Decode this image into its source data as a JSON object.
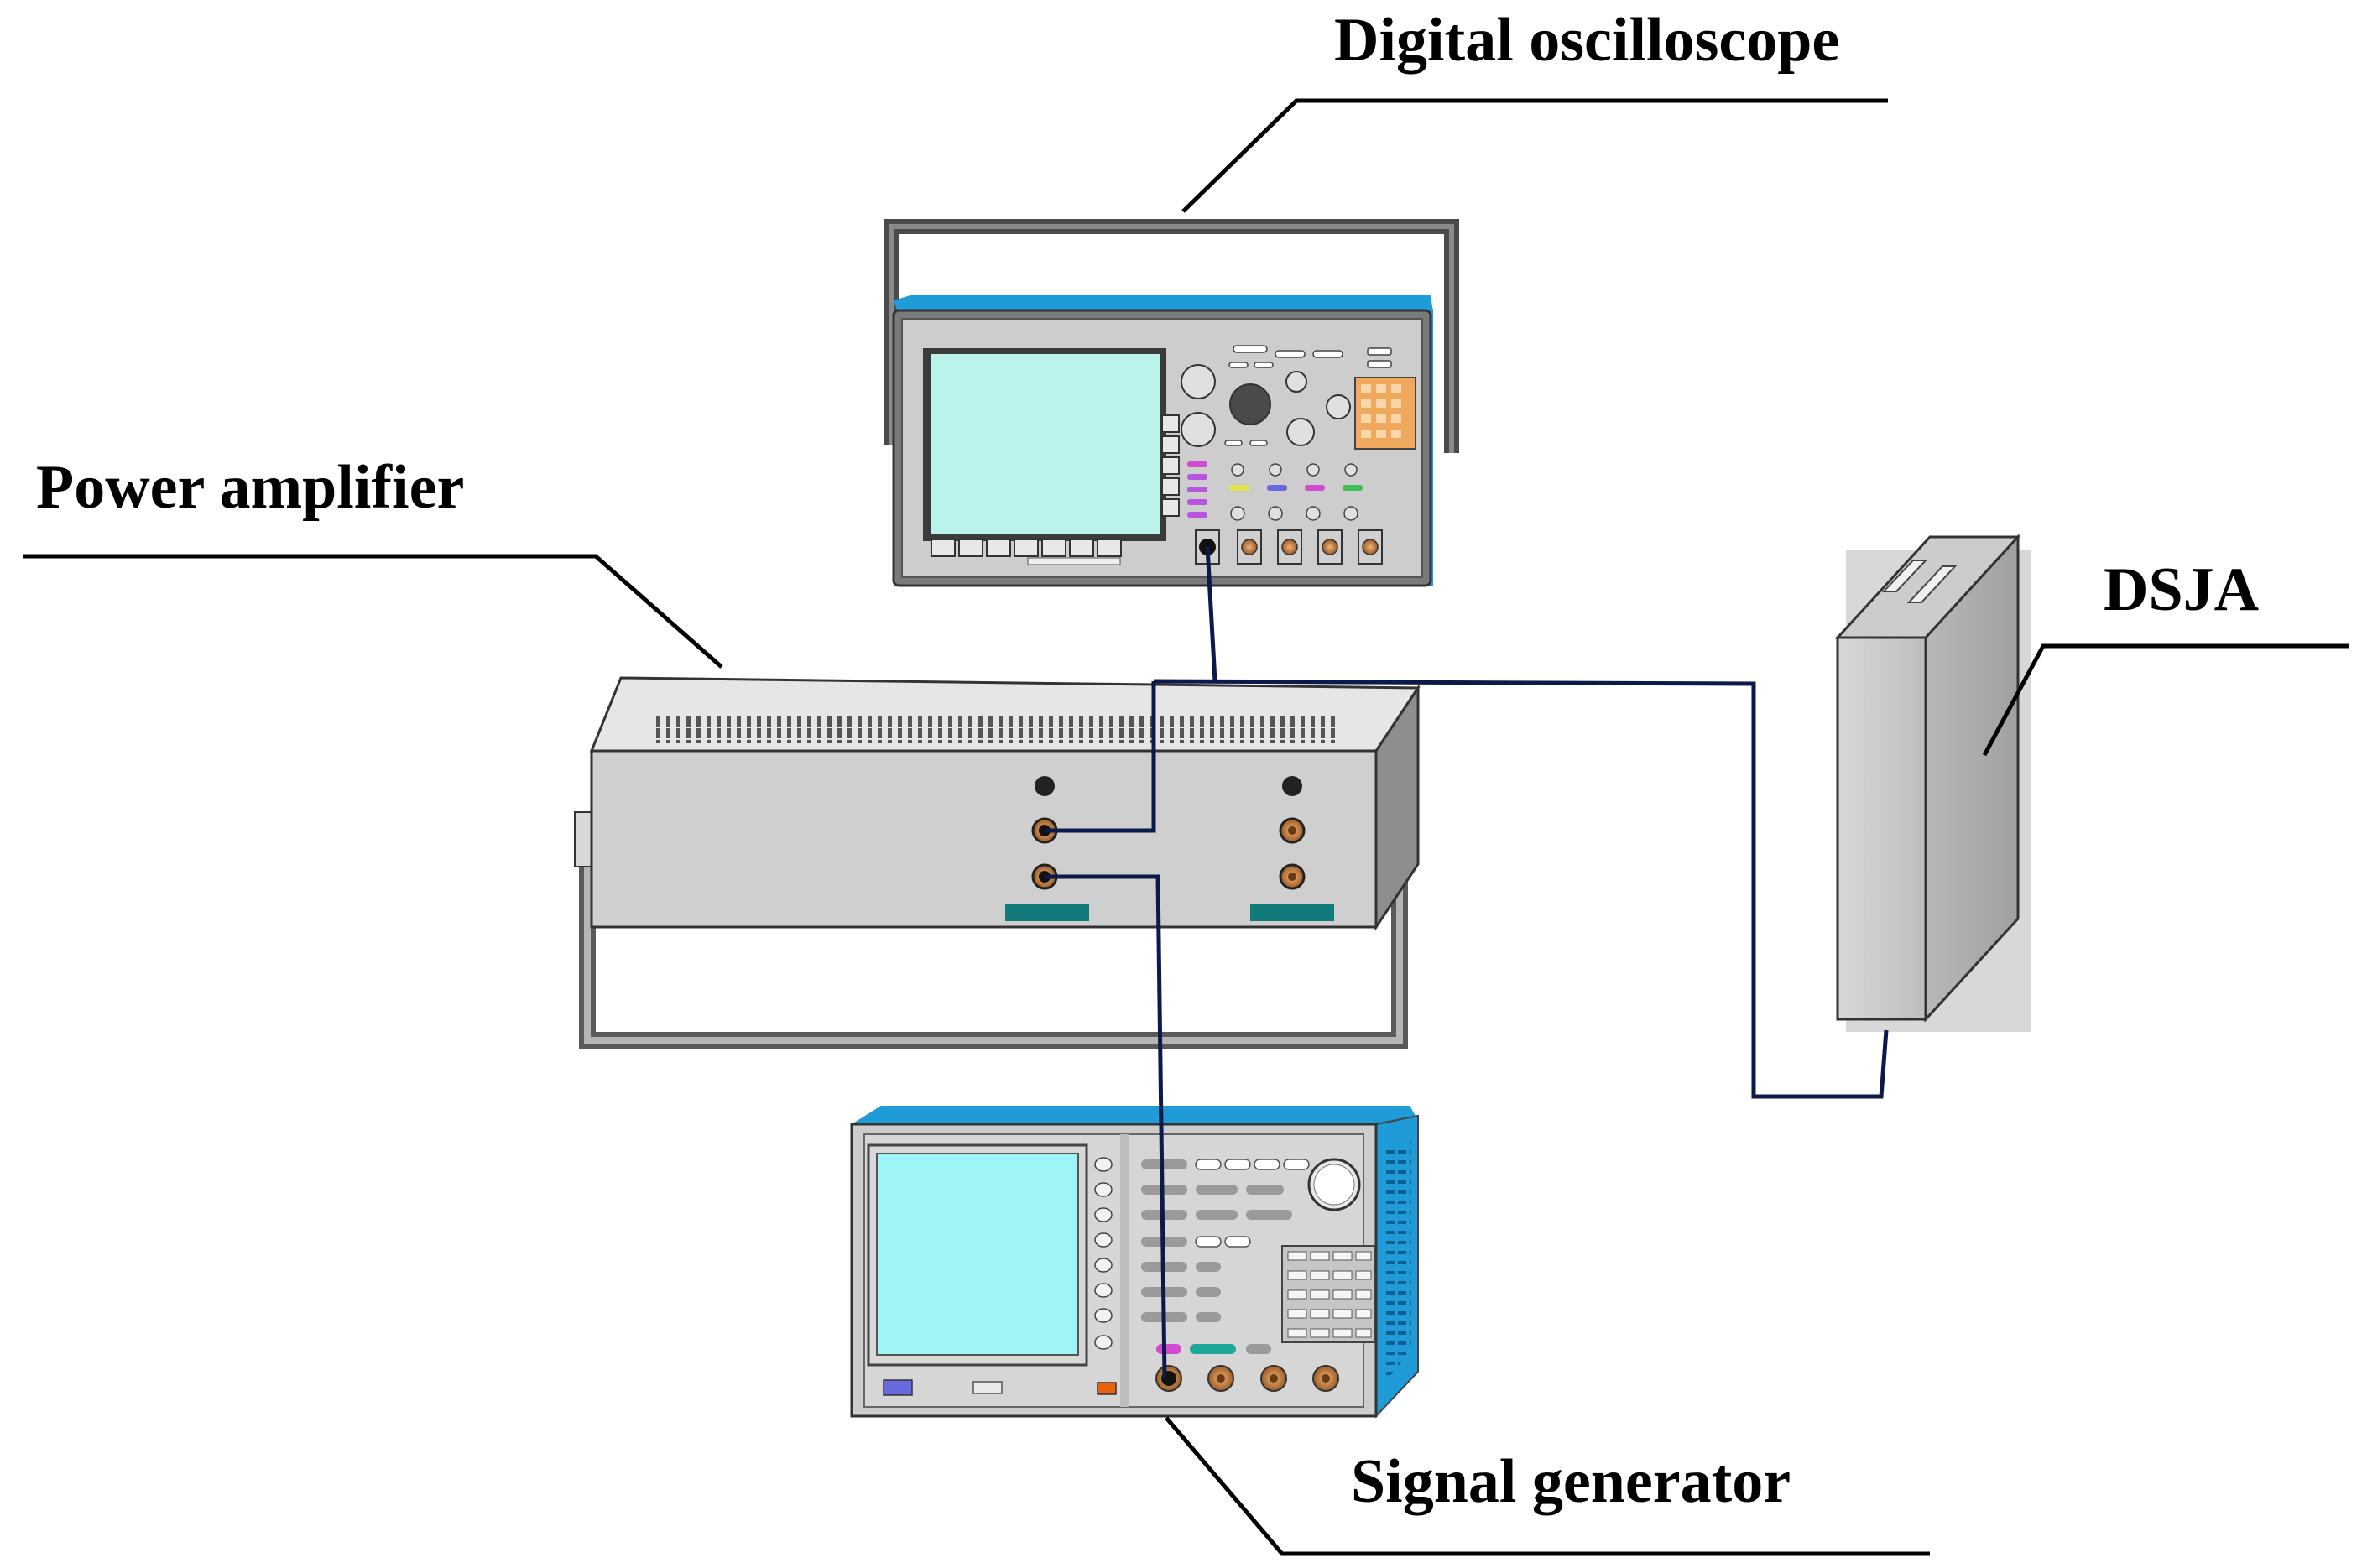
{
  "labels": {
    "oscilloscope": "Digital oscilloscope",
    "amplifier": "Power amplifier",
    "dsja": "DSJA",
    "generator": "Signal generator"
  },
  "colors": {
    "body_gray": "#cdcdcd",
    "frame_blue": "#1f9bd8",
    "osc_screen": "#b9f3ec",
    "gen_screen": "#9ff4f6",
    "cable": "#0c1a4a",
    "teal_plate": "#137a7a",
    "copper": "#c87c3c"
  }
}
